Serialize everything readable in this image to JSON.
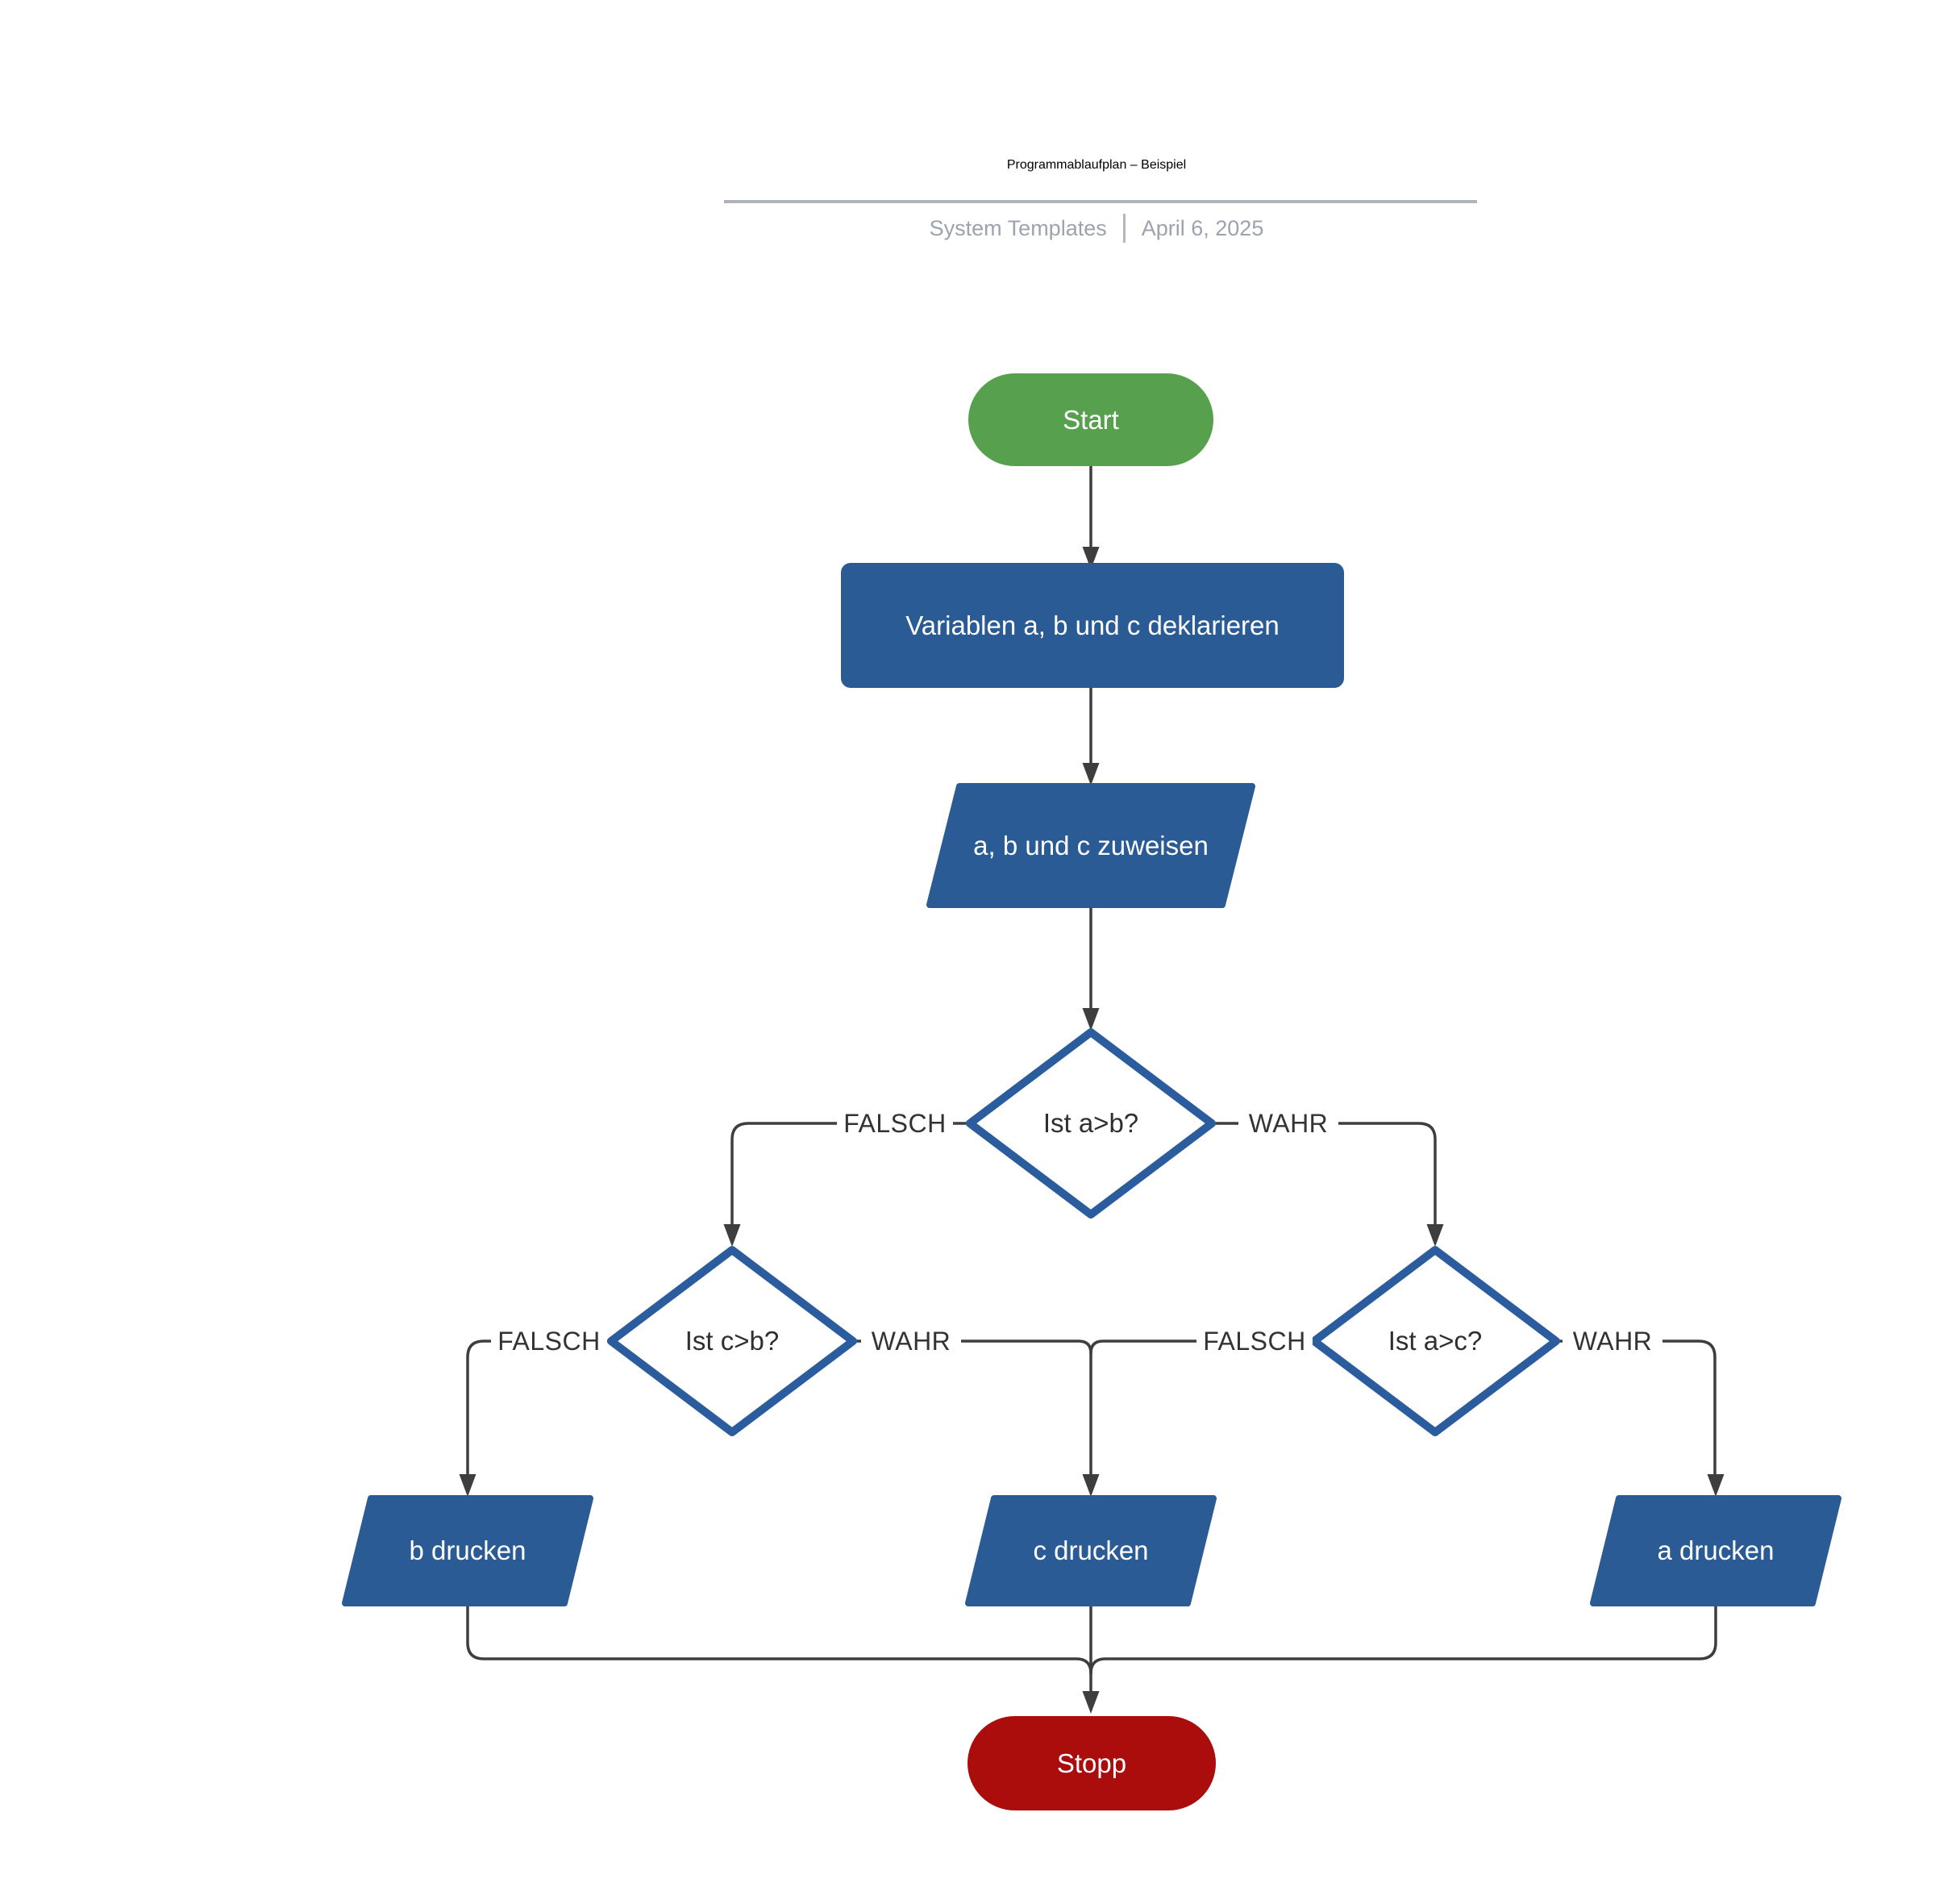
{
  "header": {
    "title": "Programmablaufplan – Beispiel",
    "source": "System Templates",
    "date": "April 6, 2025"
  },
  "flowchart": {
    "nodes": {
      "start": {
        "label": "Start",
        "type": "terminator"
      },
      "declare": {
        "label": "Variablen a, b und c deklarieren",
        "type": "process"
      },
      "assign": {
        "label": "a, b und c zuweisen",
        "type": "input-output"
      },
      "d1": {
        "label": "Ist a>b?",
        "type": "decision"
      },
      "d2": {
        "label": "Ist c>b?",
        "type": "decision"
      },
      "d3": {
        "label": "Ist a>c?",
        "type": "decision"
      },
      "print_b": {
        "label": "b drucken",
        "type": "input-output"
      },
      "print_c": {
        "label": "c drucken",
        "type": "input-output"
      },
      "print_a": {
        "label": "a drucken",
        "type": "input-output"
      },
      "stop": {
        "label": "Stopp",
        "type": "terminator"
      }
    },
    "edge_labels": {
      "d1_false": "FALSCH",
      "d1_true": "WAHR",
      "d2_false": "FALSCH",
      "d2_true": "WAHR",
      "d3_false": "FALSCH",
      "d3_true": "WAHR"
    }
  },
  "colors": {
    "node-green": "#57A04D",
    "node-blue": "#2A5B94",
    "node-red": "#AB0D0D",
    "diamond-border": "#2B5D9E",
    "connector": "#3E3E3E",
    "title-gray": "#9AA1AC",
    "subtitle-gray": "#9CA3AE",
    "rule-gray": "#AFB4BC",
    "label-text": "#333333"
  }
}
